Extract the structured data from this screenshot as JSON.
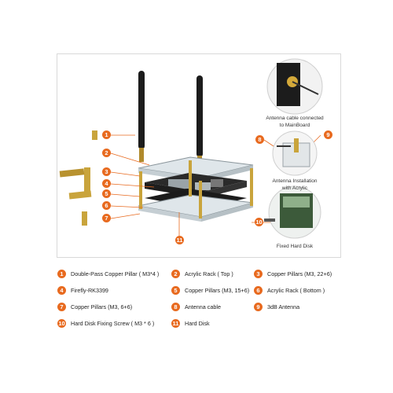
{
  "callouts": [
    "1",
    "2",
    "3",
    "4",
    "5",
    "6",
    "7",
    "8",
    "9",
    "10",
    "11"
  ],
  "captions": {
    "antenna_cable": [
      "Antenna cable connected",
      "to MainBoard"
    ],
    "antenna_install": [
      "Antenna Installation",
      "with Acrylic"
    ],
    "hard_disk": [
      "Fixed Hard Disk"
    ]
  },
  "legend": [
    {
      "num": "1",
      "label": "Double-Pass Copper Pillar ( M3*4 )"
    },
    {
      "num": "2",
      "label": "Acrylic Rack ( Top )"
    },
    {
      "num": "3",
      "label": "Copper Pillars (M3, 22+6)"
    },
    {
      "num": "4",
      "label": "Firefly-RK3399"
    },
    {
      "num": "5",
      "label": "Copper Pillars (M3, 15+6)"
    },
    {
      "num": "6",
      "label": "Acrylic Rack ( Bottom )"
    },
    {
      "num": "7",
      "label": "Copper Pillars (M3, 6+6)"
    },
    {
      "num": "8",
      "label": "Antenna cable"
    },
    {
      "num": "9",
      "label": "3dB Antenna"
    },
    {
      "num": "10",
      "label": "Hard Disk Fixing Screw ( M3 * 6 )"
    },
    {
      "num": "11",
      "label": "Hard Disk"
    }
  ],
  "colors": {
    "accent": "#e86a1f",
    "brass": "#c9a43c",
    "board": "#2a2a2a",
    "acrylic": "#dfe6ea"
  }
}
